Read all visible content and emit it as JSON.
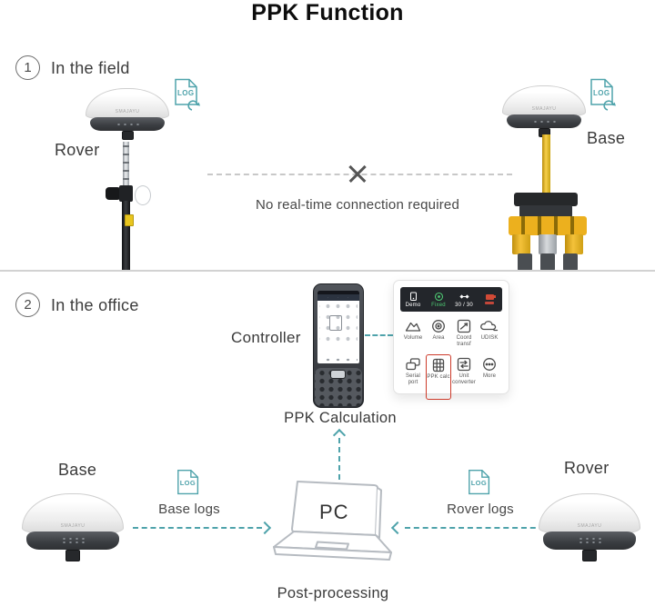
{
  "title": "PPK Function",
  "device_brand": "SMAJAYU",
  "log_icon_label": "LOG",
  "field": {
    "step_number": "1",
    "step_label": "In the field",
    "rover_label": "Rover",
    "base_label": "Base",
    "connection_note": "No real-time connection required"
  },
  "office": {
    "step_number": "2",
    "step_label": "In the office",
    "controller_label": "Controller",
    "ppk_calculation_label": "PPK Calculation",
    "pc_label": "PC",
    "post_processing_label": "Post-processing",
    "base_label": "Base",
    "base_logs_label": "Base logs",
    "rover_label": "Rover",
    "rover_logs_label": "Rover logs"
  },
  "controller_popup": {
    "statuses": [
      {
        "label": "Demo",
        "icon": "device-icon"
      },
      {
        "label": "Fixed",
        "icon": "fix-status-icon"
      },
      {
        "label": "30 / 30",
        "icon": "satellite-icon"
      },
      {
        "label": "",
        "icon": "battery-icon"
      }
    ],
    "tools": [
      {
        "label": "Volume"
      },
      {
        "label": "Area"
      },
      {
        "label": "Coord transf"
      },
      {
        "label": "UDISK"
      },
      {
        "label": "Serial port"
      },
      {
        "label": "PPK calc",
        "highlighted": true
      },
      {
        "label": "Unit converter"
      },
      {
        "label": "More"
      }
    ]
  },
  "colors": {
    "accent_teal": "#4fa3ab",
    "highlight_red": "#cd3a2a",
    "status_green": "#4ec973",
    "tripod_yellow": "#ecb01e"
  }
}
